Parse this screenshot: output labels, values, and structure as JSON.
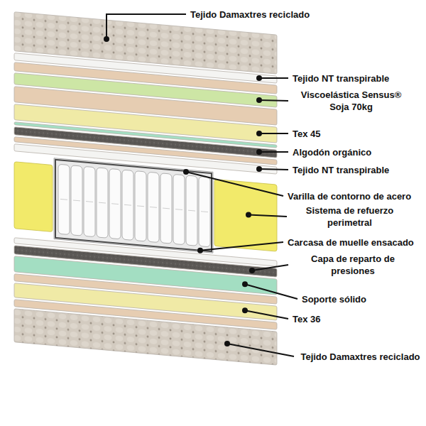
{
  "diagram": {
    "labels": [
      "Tejido Damaxtres reciclado",
      "Tejido NT transpirable",
      "Viscoelástica Sensus® Soja 70kg",
      "Tex 45",
      "Algodón orgánico",
      "Tejido NT transpirable",
      "Varilla de contorno de acero",
      "Sistema de refuerzo perimetral",
      "Carcasa de muelle ensacado",
      "Capa de reparto de presiones",
      "Soporte sólido",
      "Tex 36",
      "Tejido Damaxtres reciclado"
    ]
  }
}
